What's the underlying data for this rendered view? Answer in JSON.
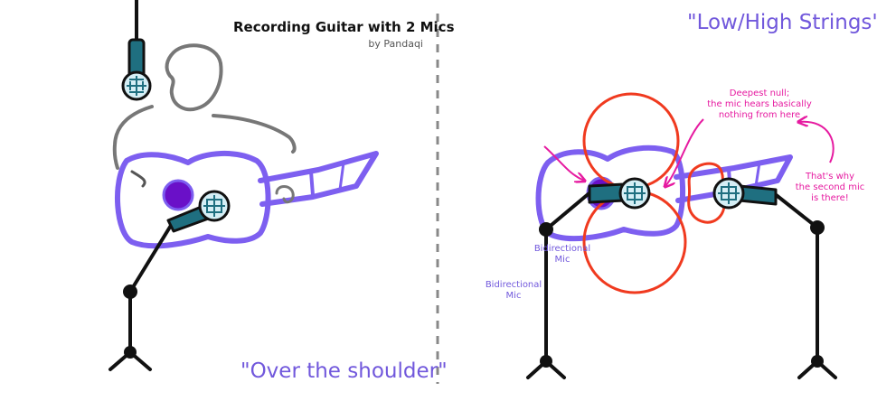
{
  "title": "Recording Guitar with 2 Mics",
  "byline": "by Pandaqi",
  "left_caption": "\"Over the shoulder\"",
  "right_caption": "\"Low/High Strings\"",
  "annotation_null": [
    "Deepest null;",
    "the mic hears basically",
    "nothing from here"
  ],
  "annotation_second_mic": [
    "That's why",
    "the second mic",
    "is there!"
  ],
  "mic_labels": [
    [
      "Bidirectional",
      "Mic"
    ],
    [
      "Bidirectional",
      "Mic"
    ]
  ],
  "colors": {
    "guitar": "#7d5ff0",
    "sound_hole": "#6a10c8",
    "pattern": "#f03a1f",
    "annotation": "#e61aa0",
    "mic_body": "#1f6f80",
    "mic_head": "#d5eef5",
    "stand": "#111111",
    "person": "#777777",
    "divider": "#888888",
    "caption": "#7158dc"
  }
}
